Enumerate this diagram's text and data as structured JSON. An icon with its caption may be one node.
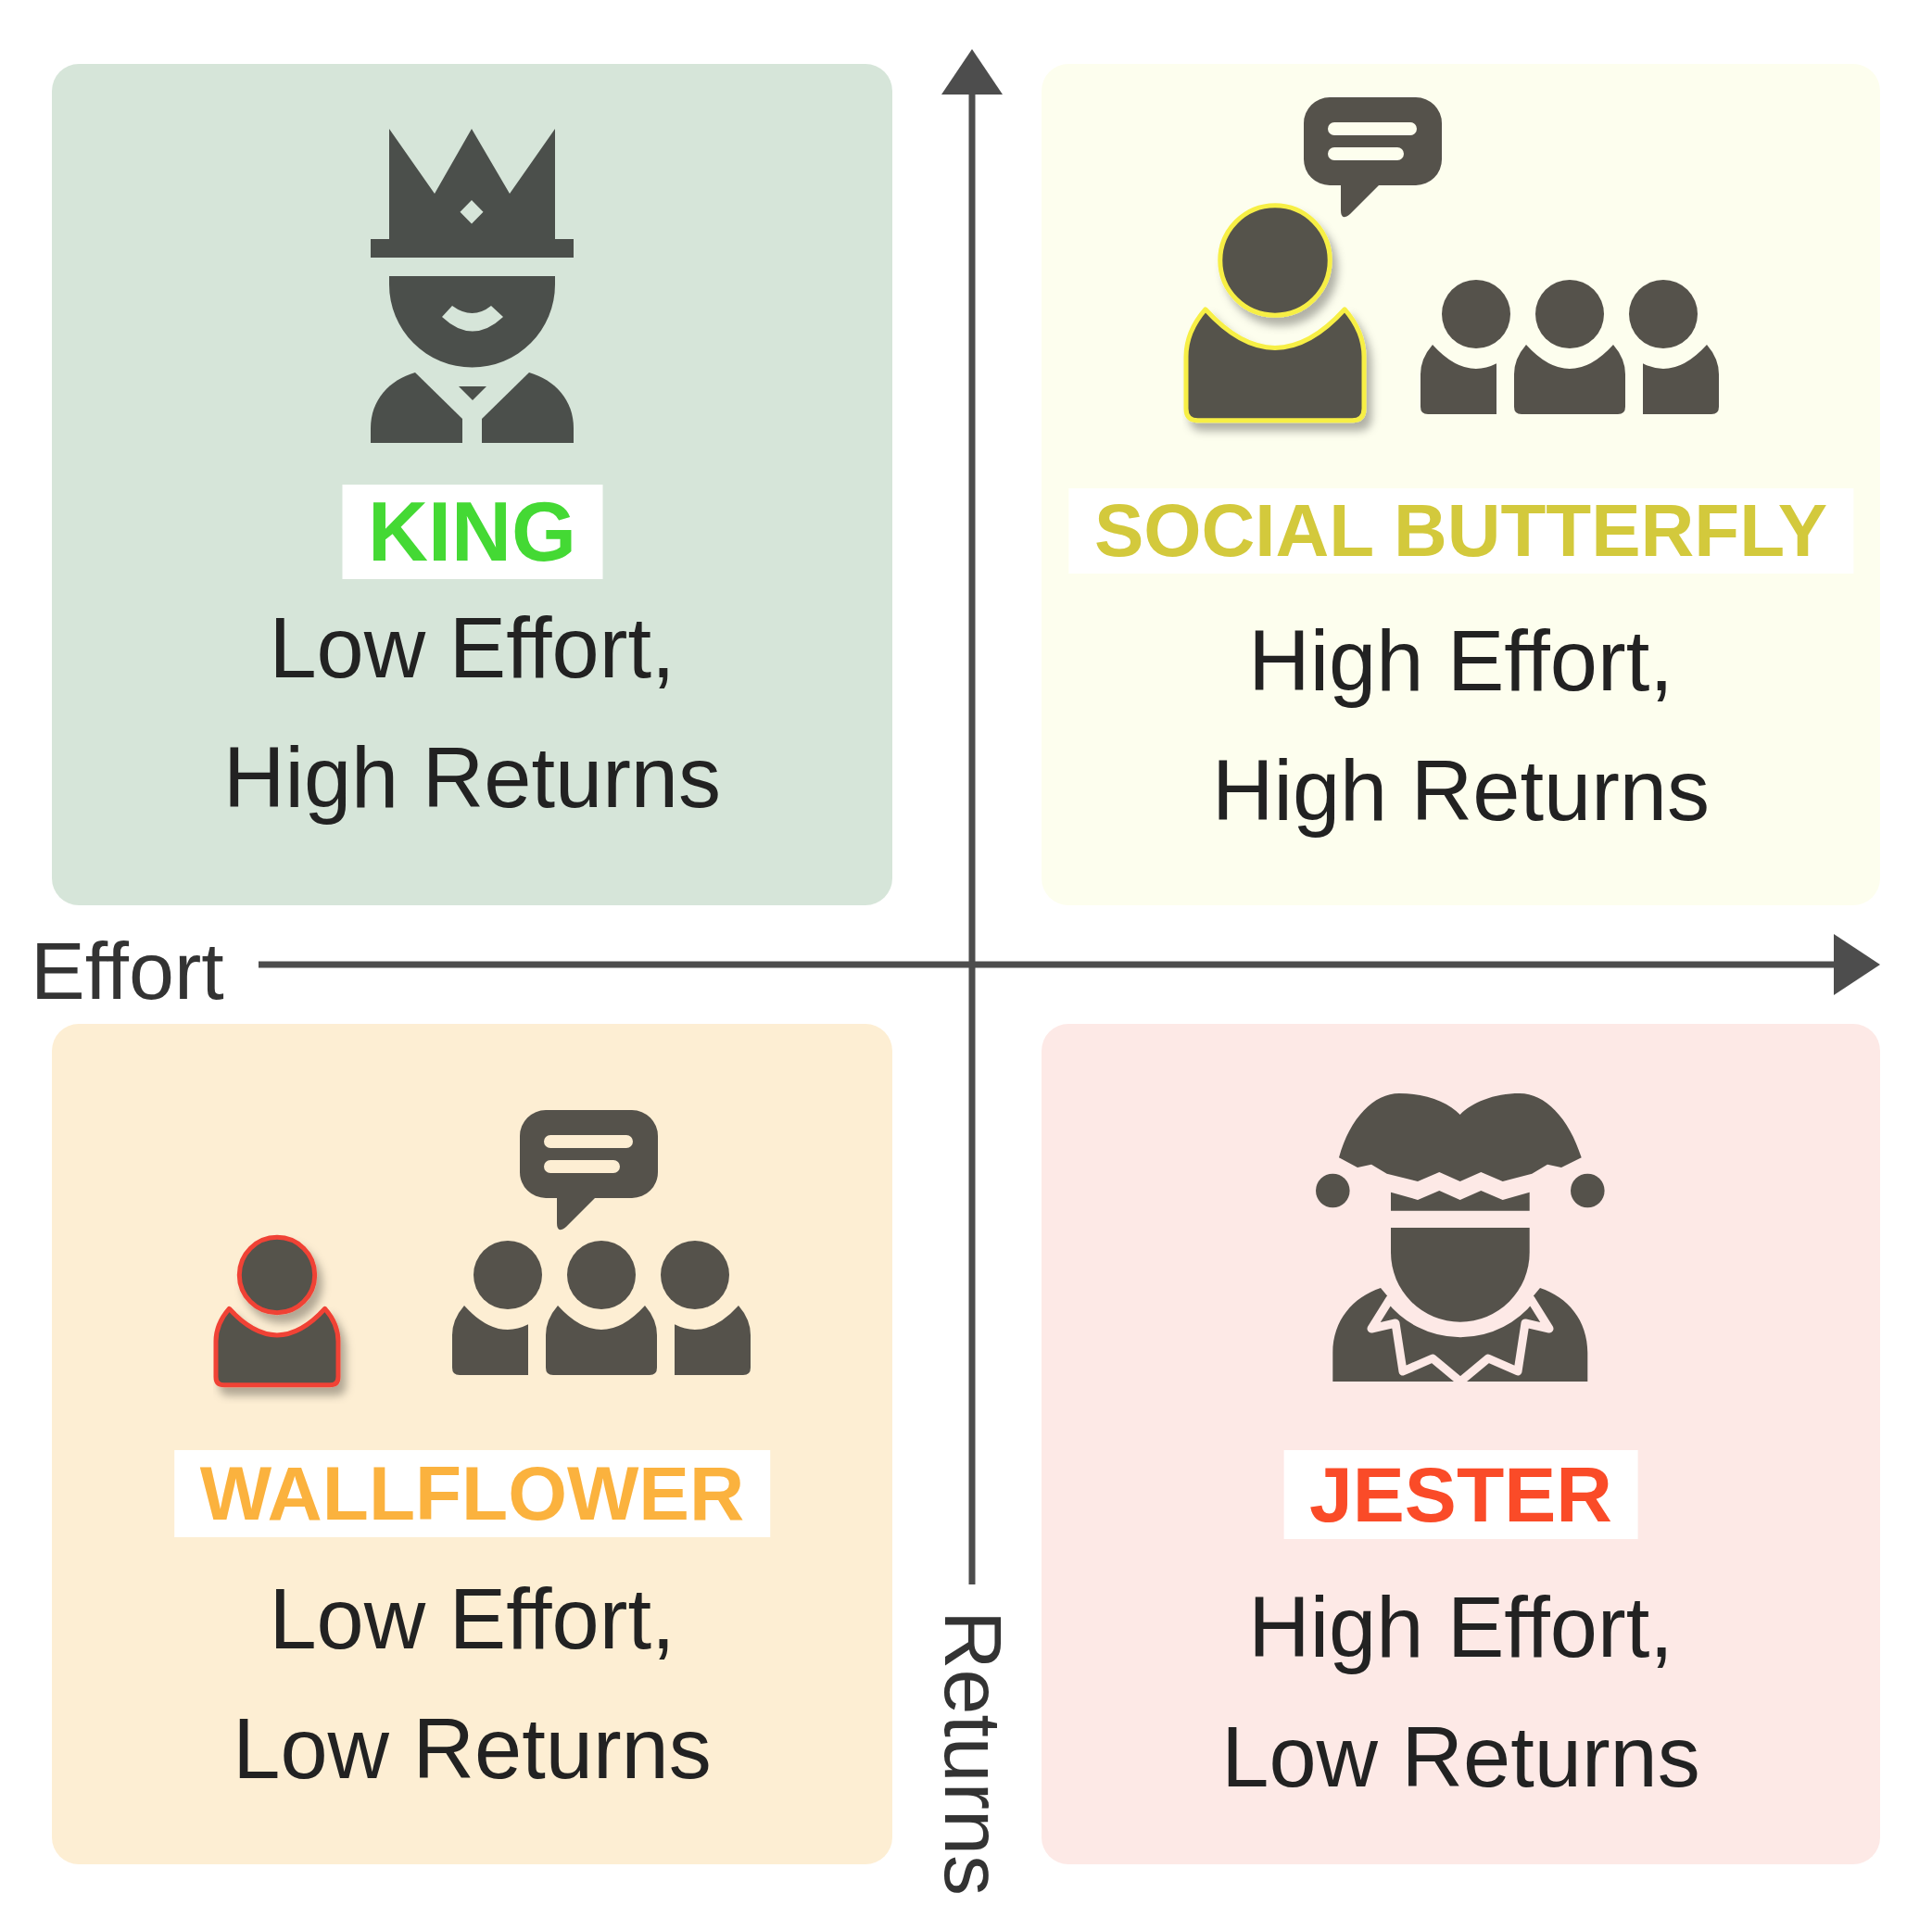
{
  "diagram": {
    "nodes": [
      {
        "text": [
          "KING",
          "Low Effort, High Returns"
        ]
      },
      {
        "text": [
          "SOCIAL BUTTERFLY",
          "High Effort, High Returns"
        ]
      },
      {
        "text": [
          "WALLFLOWER",
          "Low Effort, Low Returns"
        ]
      },
      {
        "text": [
          "JESTER",
          "High Effort, Low Returns"
        ]
      }
    ],
    "labels": [
      "Effort",
      "Returns"
    ]
  }
}
